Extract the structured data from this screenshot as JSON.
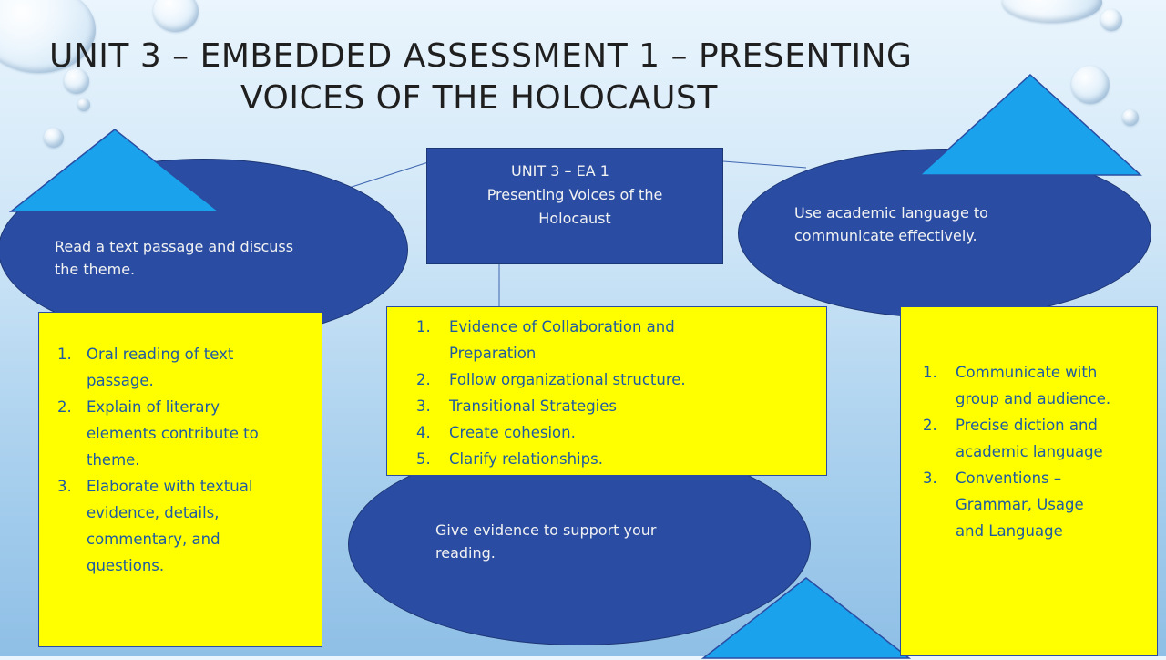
{
  "title": {
    "line1": "Unit 3 – Embedded Assessment 1 – Presenting",
    "line2": "Voices of the Holocaust"
  },
  "center": {
    "line1": "UNIT 3 – EA 1",
    "line2": "Presenting Voices of the",
    "line3": "Holocaust"
  },
  "left_ellipse": {
    "line1": "Read a text passage and discuss",
    "line2": "the theme."
  },
  "right_ellipse": {
    "line1": "Use academic language to",
    "line2": "communicate effectively."
  },
  "bottom_ellipse": {
    "line1": "Give evidence to support your",
    "line2": "reading."
  },
  "left_box": {
    "items": [
      {
        "num": "1.",
        "l1": "Oral reading of text",
        "l2": "passage."
      },
      {
        "num": "2.",
        "l1": "Explain of literary",
        "l2": "elements contribute to",
        "l3": "theme."
      },
      {
        "num": "3.",
        "l1": "Elaborate with textual",
        "l2": "evidence, details,",
        "l3": "commentary, and",
        "l4": "questions."
      }
    ]
  },
  "center_box": {
    "items": [
      {
        "num": "1.",
        "l1": "Evidence of Collaboration and",
        "l2": "Preparation"
      },
      {
        "num": "2.",
        "l1": "Follow organizational structure."
      },
      {
        "num": "3.",
        "l1": "Transitional Strategies"
      },
      {
        "num": "4.",
        "l1": "Create cohesion."
      },
      {
        "num": "5.",
        "l1": "Clarify relationships."
      }
    ]
  },
  "right_box": {
    "items": [
      {
        "num": "1.",
        "l1": "Communicate with",
        "l2": "group and audience."
      },
      {
        "num": "2.",
        "l1": "Precise diction and",
        "l2": "academic language"
      },
      {
        "num": "3.",
        "l1": "Conventions –",
        "l2": "Grammar, Usage",
        "l3": "and Language"
      }
    ]
  },
  "colors": {
    "ellipse": "#2a4da3",
    "yellow_box": "#ffff00",
    "triangle": "#1aa3ec",
    "list_text": "#1f5ba0"
  }
}
